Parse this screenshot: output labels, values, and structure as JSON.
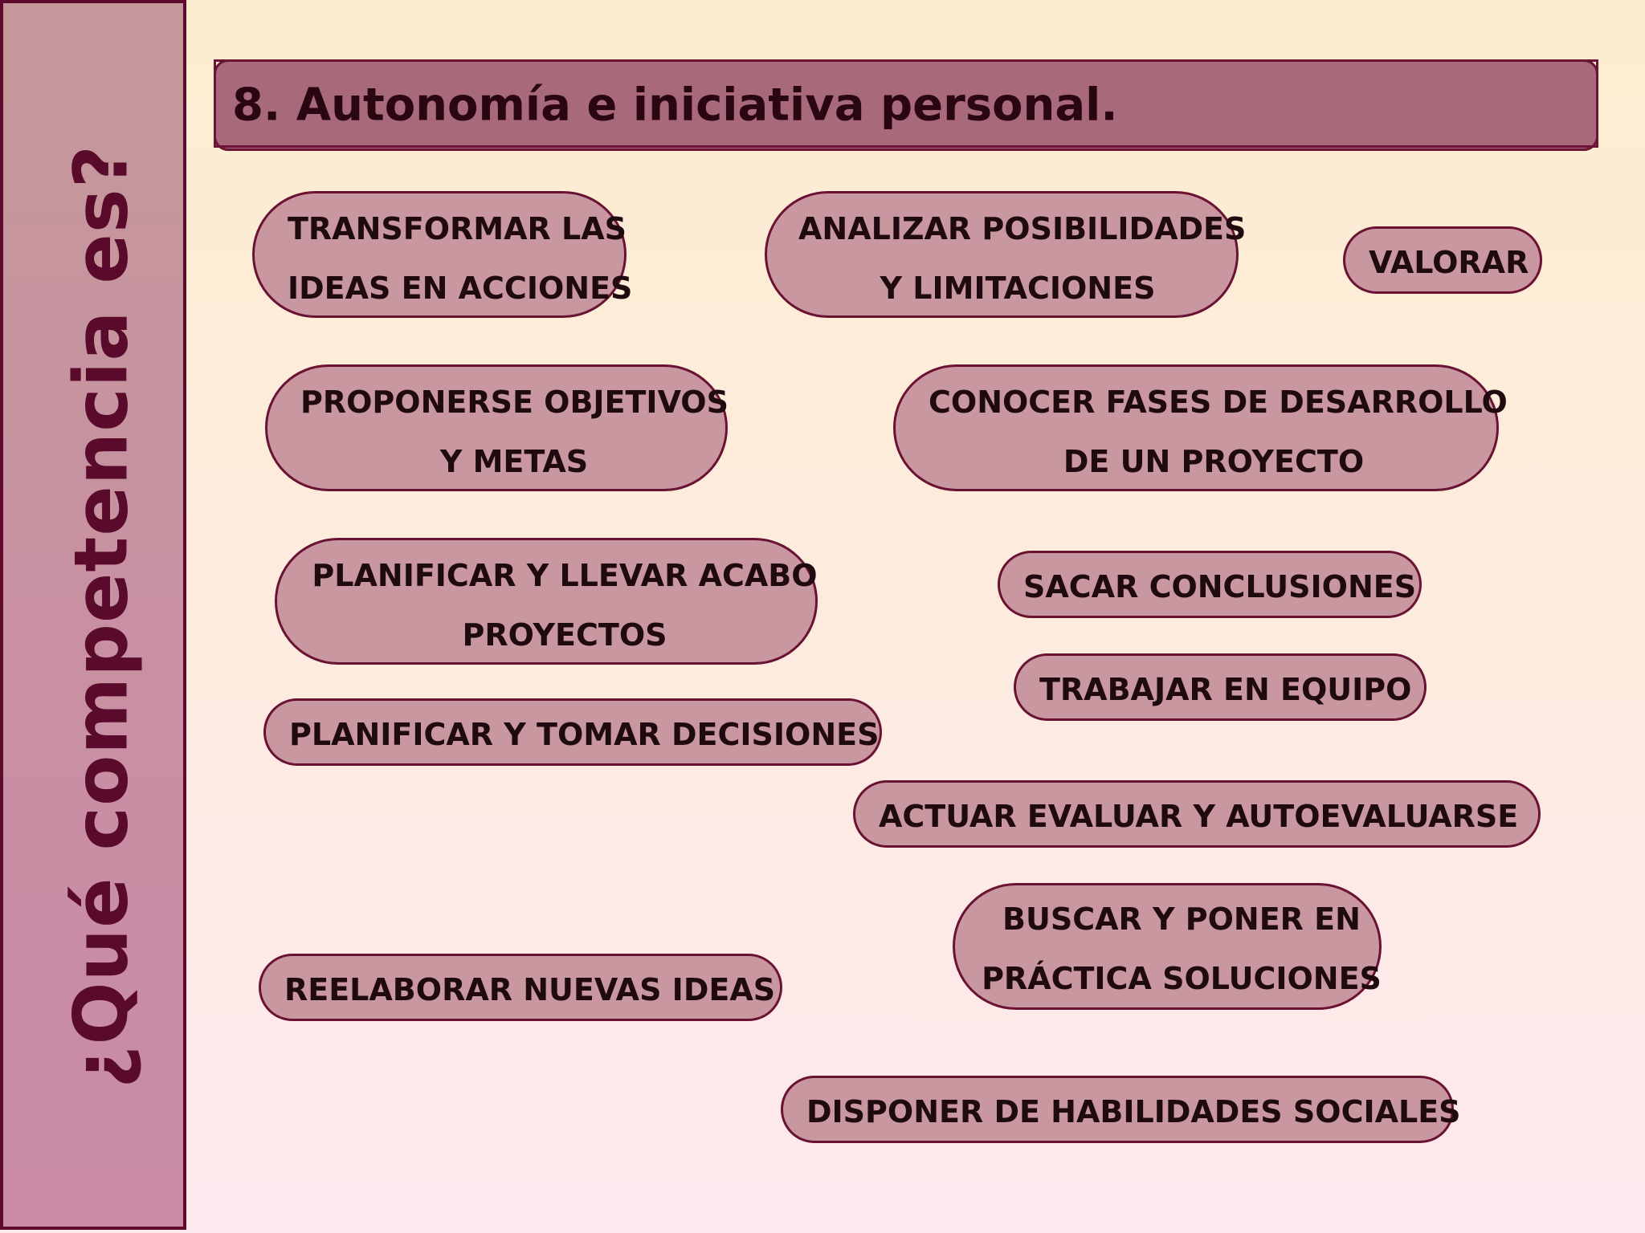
{
  "side": {
    "title": "¿Qué competencia es?"
  },
  "header": {
    "title": "8. Autonomía e iniciativa personal."
  },
  "items": [
    {
      "id": "transformar",
      "text": "TRANSFORMAR LAS\nIDEAS EN ACCIONES"
    },
    {
      "id": "analizar",
      "text": "ANALIZAR POSIBILIDADES\nY LIMITACIONES"
    },
    {
      "id": "valorar",
      "text": "VALORAR"
    },
    {
      "id": "proponerse",
      "text": "PROPONERSE OBJETIVOS\nY METAS"
    },
    {
      "id": "conocer",
      "text": "CONOCER FASES DE DESARROLLO\nDE UN PROYECTO"
    },
    {
      "id": "planificar-proyectos",
      "text": "PLANIFICAR Y LLEVAR ACABO\nPROYECTOS"
    },
    {
      "id": "sacar",
      "text": "SACAR CONCLUSIONES"
    },
    {
      "id": "trabajar",
      "text": "TRABAJAR EN EQUIPO"
    },
    {
      "id": "planificar-decisiones",
      "text": "PLANIFICAR Y TOMAR DECISIONES"
    },
    {
      "id": "actuar",
      "text": "ACTUAR EVALUAR Y AUTOEVALUARSE"
    },
    {
      "id": "buscar",
      "text": "BUSCAR Y PONER EN\nPRÁCTICA SOLUCIONES"
    },
    {
      "id": "reelaborar",
      "text": "REELABORAR NUEVAS IDEAS"
    },
    {
      "id": "disponer",
      "text": "DISPONER DE HABILIDADES SOCIALES"
    }
  ]
}
